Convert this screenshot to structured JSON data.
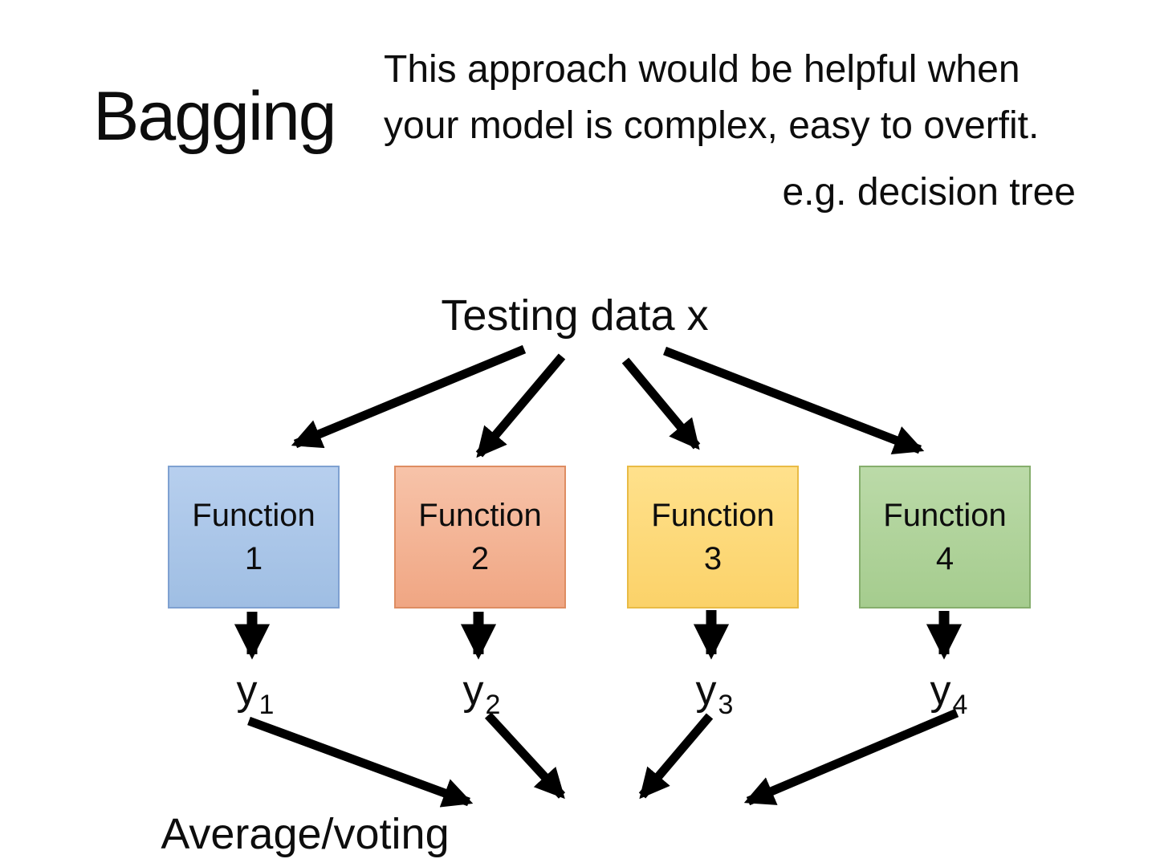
{
  "slide": {
    "title": "Bagging",
    "note_line1": "This approach would be helpful when",
    "note_line2": "your model is complex, easy to overfit.",
    "example": "e.g. decision tree",
    "input_label": "Testing data x",
    "output_label": "Average/voting",
    "arrow_color": "#000000",
    "background": "#ffffff"
  },
  "functions": [
    {
      "word": "Function",
      "number": "1",
      "output_base": "y",
      "output_sub": "1",
      "fill_top": "#B7CFEE",
      "fill_bottom": "#9FBEE3",
      "border": "#7FA1D1"
    },
    {
      "word": "Function",
      "number": "2",
      "output_base": "y",
      "output_sub": "2",
      "fill_top": "#F7C3A9",
      "fill_bottom": "#F0A683",
      "border": "#DE8D62"
    },
    {
      "word": "Function",
      "number": "3",
      "output_base": "y",
      "output_sub": "3",
      "fill_top": "#FFE18C",
      "fill_bottom": "#FBD269",
      "border": "#E9BB45"
    },
    {
      "word": "Function",
      "number": "4",
      "output_base": "y",
      "output_sub": "4",
      "fill_top": "#BBDAA8",
      "fill_bottom": "#A5CC8E",
      "border": "#86AE6D"
    }
  ]
}
